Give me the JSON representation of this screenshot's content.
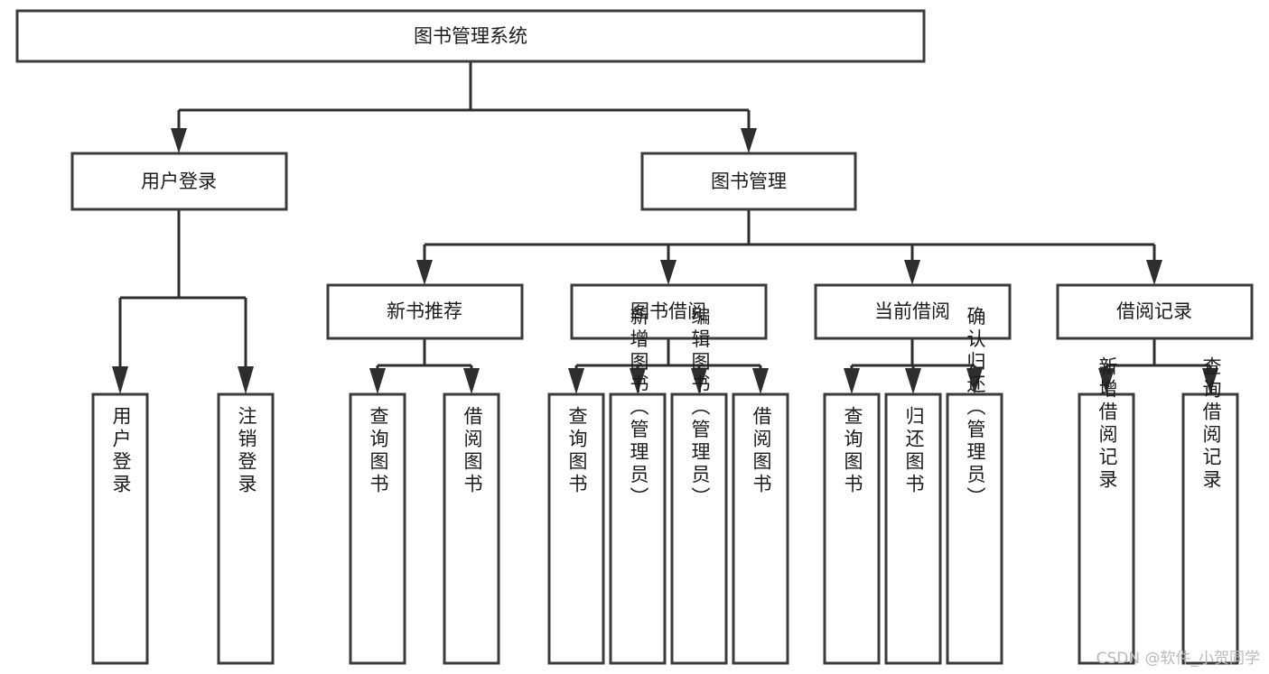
{
  "diagram": {
    "title": "图书管理系统",
    "type": "tree",
    "root": {
      "id": "root",
      "label": "图书管理系统",
      "orientation": "horizontal"
    },
    "level2": [
      {
        "id": "user-login",
        "label": "用户登录",
        "orientation": "horizontal"
      },
      {
        "id": "book-manage",
        "label": "图书管理",
        "orientation": "horizontal"
      }
    ],
    "level3": [
      {
        "id": "new-book-recommend",
        "label": "新书推荐",
        "parent": "book-manage",
        "orientation": "horizontal"
      },
      {
        "id": "book-borrow",
        "label": "图书借阅",
        "parent": "book-manage",
        "orientation": "horizontal"
      },
      {
        "id": "current-borrow",
        "label": "当前借阅",
        "parent": "book-manage",
        "orientation": "horizontal"
      },
      {
        "id": "borrow-record",
        "label": "借阅记录",
        "parent": "book-manage",
        "orientation": "horizontal"
      }
    ],
    "leaves": [
      {
        "id": "leaf-user-login",
        "label": "用户登录",
        "parent": "user-login",
        "orientation": "vertical"
      },
      {
        "id": "leaf-logout-login",
        "label": "注销登录",
        "parent": "user-login",
        "orientation": "vertical"
      },
      {
        "id": "leaf-query-book-1",
        "label": "查询图书",
        "parent": "new-book-recommend",
        "orientation": "vertical"
      },
      {
        "id": "leaf-borrow-book-1",
        "label": "借阅图书",
        "parent": "new-book-recommend",
        "orientation": "vertical"
      },
      {
        "id": "leaf-query-book-2",
        "label": "查询图书",
        "parent": "book-borrow",
        "orientation": "vertical"
      },
      {
        "id": "leaf-add-book",
        "label": "新增图书（管理员）",
        "parent": "book-borrow",
        "orientation": "vertical"
      },
      {
        "id": "leaf-edit-book",
        "label": "编辑图书（管理员）",
        "parent": "book-borrow",
        "orientation": "vertical"
      },
      {
        "id": "leaf-borrow-book-2",
        "label": "借阅图书",
        "parent": "book-borrow",
        "orientation": "vertical"
      },
      {
        "id": "leaf-query-book-3",
        "label": "查询图书",
        "parent": "current-borrow",
        "orientation": "vertical"
      },
      {
        "id": "leaf-return-book",
        "label": "归还图书",
        "parent": "current-borrow",
        "orientation": "vertical"
      },
      {
        "id": "leaf-confirm-return",
        "label": "确认归还（管理员）",
        "parent": "current-borrow",
        "orientation": "vertical"
      },
      {
        "id": "leaf-add-record",
        "label": "新增借阅记录",
        "parent": "borrow-record",
        "orientation": "vertical"
      },
      {
        "id": "leaf-query-record",
        "label": "查询借阅记录",
        "parent": "borrow-record",
        "orientation": "vertical"
      }
    ],
    "colors": {
      "box_fill": "#ffffff",
      "box_stroke": "#3b3b3b",
      "connector": "#2e2e2e",
      "text": "#1b1b1b",
      "background": "#ffffff",
      "watermark": "#b9b9b9"
    }
  },
  "watermark": {
    "text": "CSDN @软件_小贺同学"
  }
}
